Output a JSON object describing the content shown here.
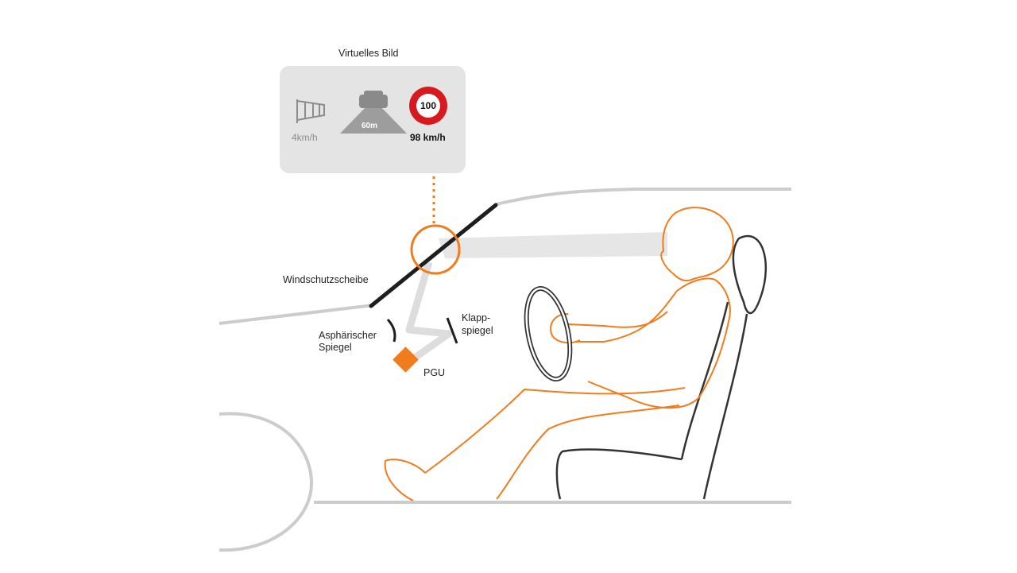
{
  "labels": {
    "virtual_image": "Virtuelles Bild",
    "windshield": "Windschutzscheibe",
    "aspheric_mirror_line1": "Asphärischer",
    "aspheric_mirror_line2": "Spiegel",
    "fold_mirror_line1": "Klapp-",
    "fold_mirror_line2": "spiegel",
    "pgu": "PGU"
  },
  "hud": {
    "wind_speed": "4km/h",
    "distance": "60m",
    "sign_limit": "100",
    "vehicle_speed": "98 km/h"
  },
  "colors": {
    "accent_orange": "#f07c1e",
    "sign_red": "#d71920",
    "car_outline_grey": "#cccccc",
    "windshield_dark": "#1e1e1e",
    "hud_panel": "#e4e4e4",
    "hud_icon_grey": "#9d9d9d",
    "light_beam": "#e6e6e6"
  },
  "icons": [
    "windsock-icon",
    "car-ahead-icon",
    "speed-limit-sign-icon",
    "steering-wheel-icon",
    "driver-seat-icon",
    "pgu-diamond-icon"
  ]
}
